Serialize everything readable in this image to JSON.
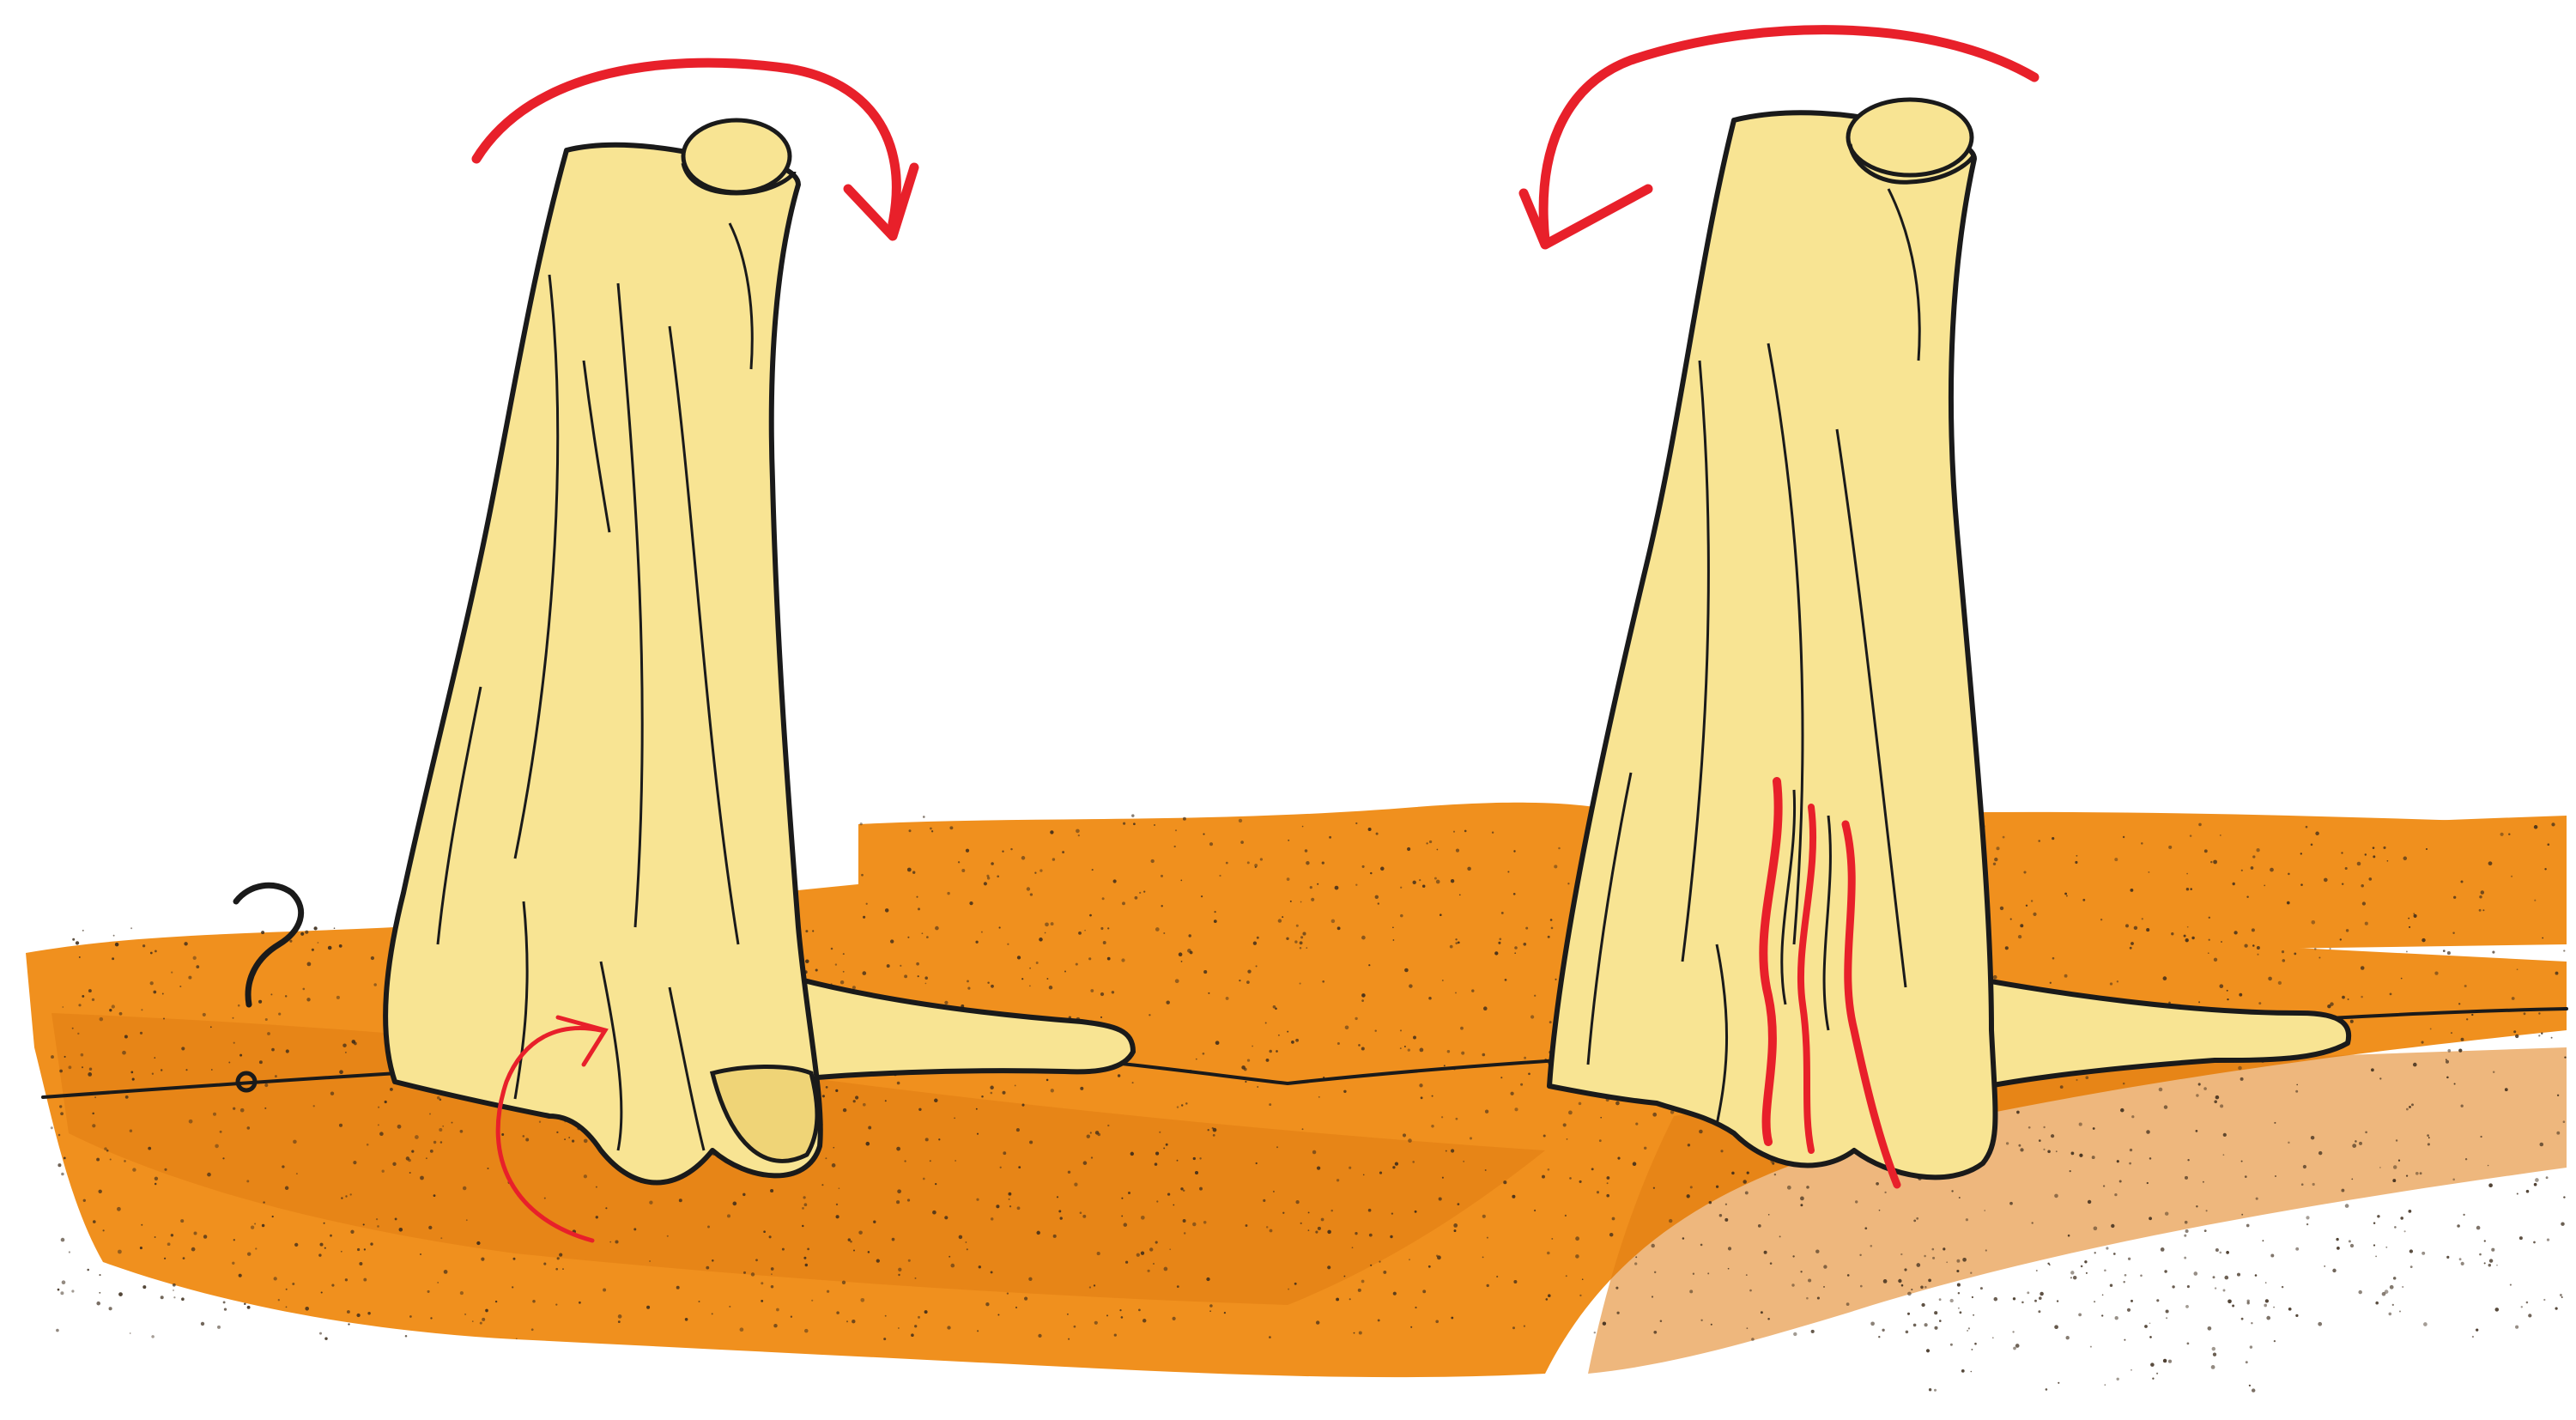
{
  "illustration": {
    "panels": [
      {
        "id": "left",
        "rotation": "clockwise",
        "root_marks": "single-arrow"
      },
      {
        "id": "right",
        "rotation": "counter-clockwise",
        "root_marks": "torn-root-strands"
      }
    ],
    "annotation_mark": "?",
    "colors": {
      "soil": "#f0901e",
      "soil_dark": "#e07c12",
      "trunk": "#f8e493",
      "trunk_shade": "#efd477",
      "outline": "#1a1a1a",
      "arrow": "#e8202a",
      "grain": "#3a2a1a"
    }
  }
}
